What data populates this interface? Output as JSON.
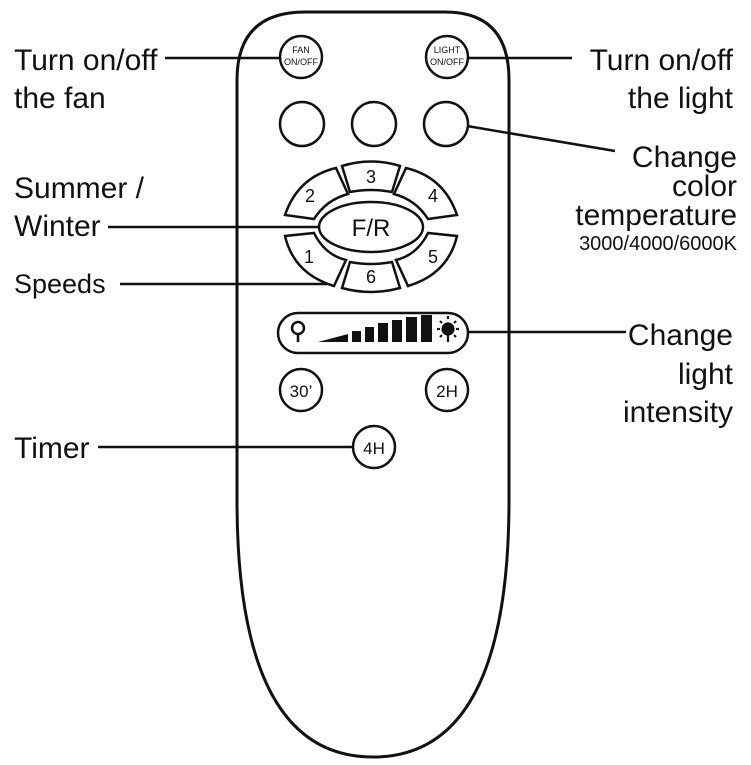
{
  "labels": {
    "fan_line1": "Turn on/off",
    "fan_line2": "the fan",
    "light_line1": "Turn on/off",
    "light_line2": "the light",
    "color_line1": "Change",
    "color_line2": "color",
    "color_line3": "temperature",
    "color_line4": "3000/4000/6000K",
    "summer_line1": "Summer /",
    "summer_line2": "Winter",
    "speeds": "Speeds",
    "intensity_line1": "Change",
    "intensity_line2": "light",
    "intensity_line3": "intensity",
    "timer": "Timer"
  },
  "buttons": {
    "fan_line1": "FAN",
    "fan_line2": "ON/OFF",
    "light_line1": "LIGHT",
    "light_line2": "ON/OFF",
    "fr": "F/R",
    "speed_1": "1",
    "speed_2": "2",
    "speed_3": "3",
    "speed_4": "4",
    "speed_5": "5",
    "speed_6": "6",
    "timer_30": "30’",
    "timer_2h": "2H",
    "timer_4h": "4H"
  },
  "icons": {
    "dim": "bulb-off-icon",
    "bright": "bulb-on-icon",
    "level": "brightness-bars"
  },
  "colors": {
    "ink": "#111111",
    "background": "#ffffff"
  }
}
